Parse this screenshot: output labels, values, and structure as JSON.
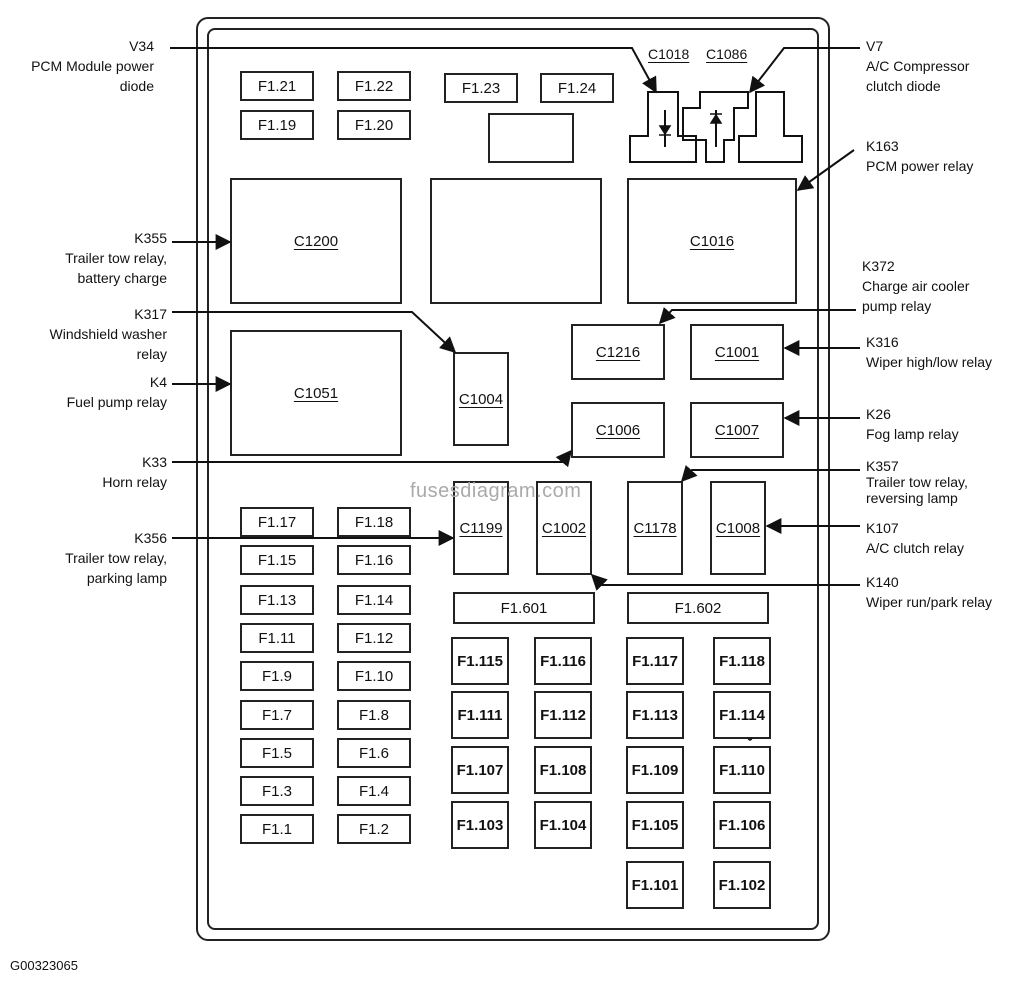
{
  "watermark": "fusesdiagram.com",
  "figure_code": "G00323065",
  "connectors_top": [
    "C1018",
    "C1086"
  ],
  "relay_boxes": {
    "c1200": "C1200",
    "c1016": "C1016",
    "c1051": "C1051",
    "c1004": "C1004",
    "c1216": "C1216",
    "c1001": "C1001",
    "c1006": "C1006",
    "c1007": "C1007",
    "c1199": "C1199",
    "c1002": "C1002",
    "c1178": "C1178",
    "c1008": "C1008"
  },
  "fuses_top": [
    "F1.21",
    "F1.22",
    "F1.23",
    "F1.24",
    "F1.19",
    "F1.20"
  ],
  "fuses_left": [
    "F1.17",
    "F1.18",
    "F1.15",
    "F1.16",
    "F1.13",
    "F1.14",
    "F1.11",
    "F1.12",
    "F1.9",
    "F1.10",
    "F1.7",
    "F1.8",
    "F1.5",
    "F1.6",
    "F1.3",
    "F1.4",
    "F1.1",
    "F1.2"
  ],
  "maxi_fuses": [
    "F1.601",
    "F1.602"
  ],
  "fuses_lower": [
    "F1.115",
    "F1.116",
    "F1.117",
    "F1.118",
    "F1.111",
    "F1.112",
    "F1.113",
    "F1.114",
    "F1.107",
    "F1.108",
    "F1.109",
    "F1.110",
    "F1.103",
    "F1.104",
    "F1.105",
    "F1.106",
    "F1.101",
    "F1.102"
  ],
  "callouts_left": {
    "v34": [
      "V34",
      "PCM Module power",
      "diode"
    ],
    "k355": [
      "K355",
      "Trailer tow relay,",
      "battery charge"
    ],
    "k317": [
      "K317",
      "Windshield washer",
      "relay"
    ],
    "k4": [
      "K4",
      "Fuel pump relay"
    ],
    "k33": [
      "K33",
      "Horn relay"
    ],
    "k356": [
      "K356",
      "Trailer tow relay,",
      "parking lamp"
    ]
  },
  "callouts_right": {
    "v7": [
      "V7",
      "A/C Compressor",
      "clutch diode"
    ],
    "k163": [
      "K163",
      "PCM power relay"
    ],
    "k372": [
      "K372",
      "Charge air cooler",
      "pump relay"
    ],
    "k316": [
      "K316",
      "Wiper high/low relay"
    ],
    "k26": [
      "K26",
      "Fog lamp relay"
    ],
    "k357": [
      "K357",
      "Trailer tow relay,",
      "reversing lamp"
    ],
    "k107": [
      "K107",
      "A/C clutch relay"
    ],
    "k140": [
      "K140",
      "Wiper run/park relay"
    ]
  }
}
